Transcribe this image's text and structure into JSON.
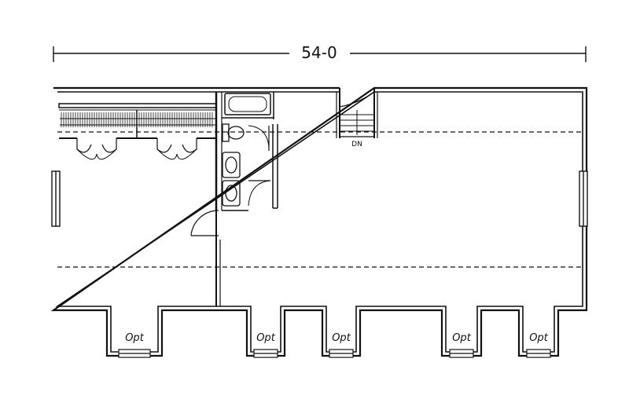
{
  "plan": {
    "overall_dimension": "54-0",
    "stair_label": "DN",
    "dormers": [
      {
        "label": "Opt"
      },
      {
        "label": "Opt"
      },
      {
        "label": "Opt"
      },
      {
        "label": "Opt"
      },
      {
        "label": "Opt"
      }
    ]
  },
  "colors": {
    "line": "#111111",
    "background": "#ffffff"
  }
}
